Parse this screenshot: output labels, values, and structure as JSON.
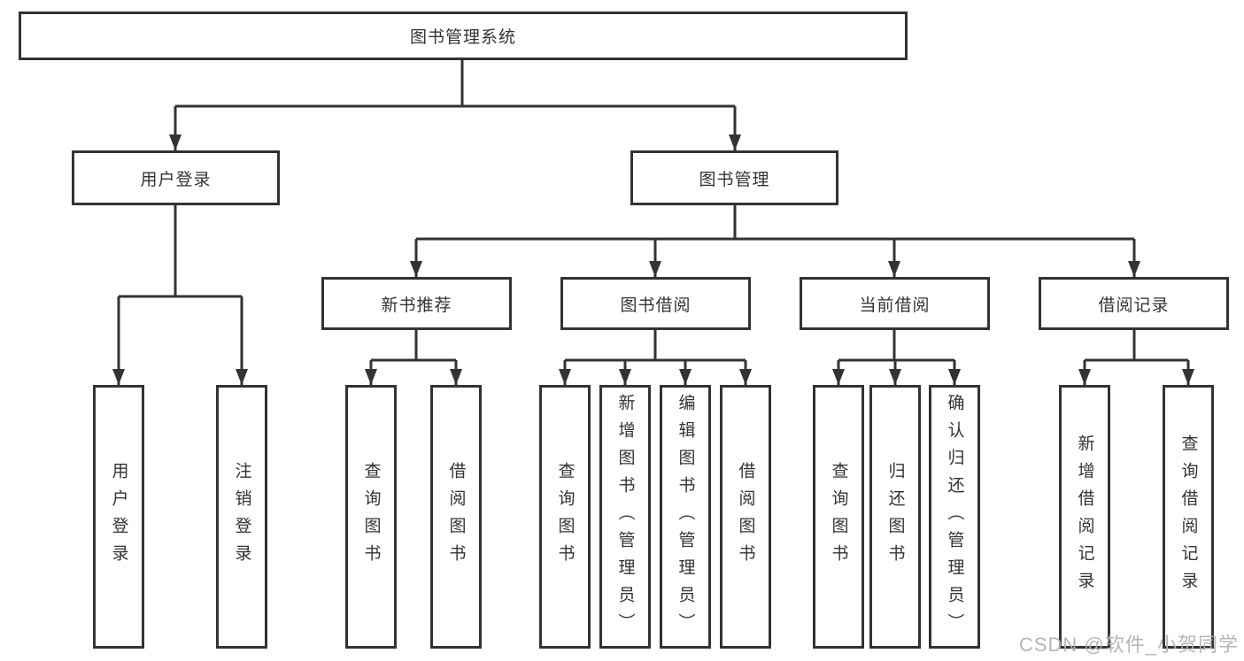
{
  "diagram": {
    "title": "图书管理系统",
    "branches": [
      {
        "label": "用户登录",
        "leaves": [
          "用户登录",
          "注销登录"
        ]
      },
      {
        "label": "图书管理",
        "sections": [
          {
            "label": "新书推荐",
            "leaves": [
              "查询图书",
              "借阅图书"
            ]
          },
          {
            "label": "图书借阅",
            "leaves": [
              "查询图书",
              "新增图书（管理员）",
              "编辑图书（管理员）",
              "借阅图书"
            ]
          },
          {
            "label": "当前借阅",
            "leaves": [
              "查询图书",
              "归还图书",
              "确认归还（管理员）"
            ]
          },
          {
            "label": "借阅记录",
            "leaves": [
              "新增借阅记录",
              "查询借阅记录"
            ]
          }
        ]
      }
    ],
    "watermark": "CSDN @软件_小贺同学",
    "colors": {
      "line": "#333333",
      "text": "#333333",
      "watermark": "#b2b2b2",
      "background": "#ffffff"
    }
  }
}
